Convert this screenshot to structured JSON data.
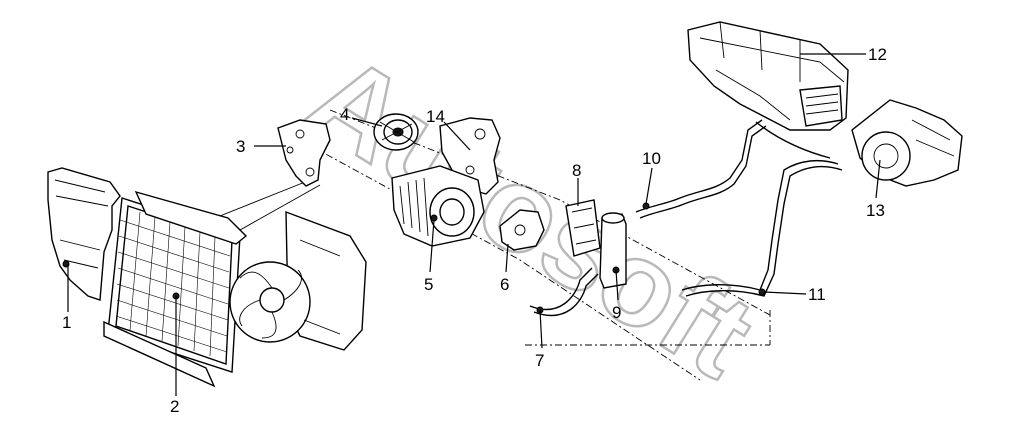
{
  "callouts": [
    {
      "id": "1",
      "text": "1"
    },
    {
      "id": "2",
      "text": "2"
    },
    {
      "id": "3",
      "text": "3"
    },
    {
      "id": "4",
      "text": "4"
    },
    {
      "id": "5",
      "text": "5"
    },
    {
      "id": "6",
      "text": "6"
    },
    {
      "id": "7",
      "text": "7"
    },
    {
      "id": "8",
      "text": "8"
    },
    {
      "id": "9",
      "text": "9"
    },
    {
      "id": "10",
      "text": "10"
    },
    {
      "id": "11",
      "text": "11"
    },
    {
      "id": "12",
      "text": "12"
    },
    {
      "id": "13",
      "text": "13"
    },
    {
      "id": "14",
      "text": "14"
    }
  ],
  "watermark": "Autosoft",
  "colors": {
    "line": "#000000",
    "watermark": "#b9b9b9",
    "background": "#ffffff"
  }
}
